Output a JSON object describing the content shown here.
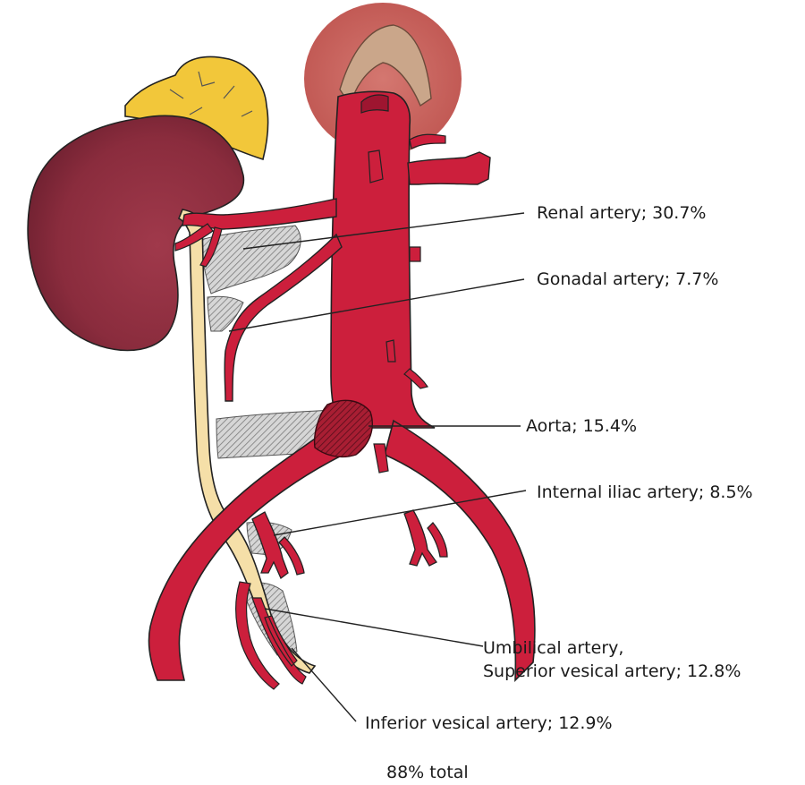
{
  "labels": {
    "renal": "Renal artery; 30.7%",
    "gonadal": "Gonadal artery; 7.7%",
    "aorta": "Aorta; 15.4%",
    "internal_iliac": "Internal iliac artery; 8.5%",
    "umbilical_line1": "Umbilical artery,",
    "umbilical_line2": "Superior vesical artery; 12.8%",
    "inferior_vesical": "Inferior vesical artery; 12.9%",
    "total": "88% total"
  },
  "colors": {
    "artery": "#cc1f3c",
    "artery_dark": "#9e1530",
    "kidney": "#8c2d3e",
    "adrenal": "#f2c73a",
    "ureter": "#f5dfa8",
    "hatch_gray": "#bdbdbd",
    "aneurysm": "#7e1b2b",
    "halo": "#c9635e"
  }
}
